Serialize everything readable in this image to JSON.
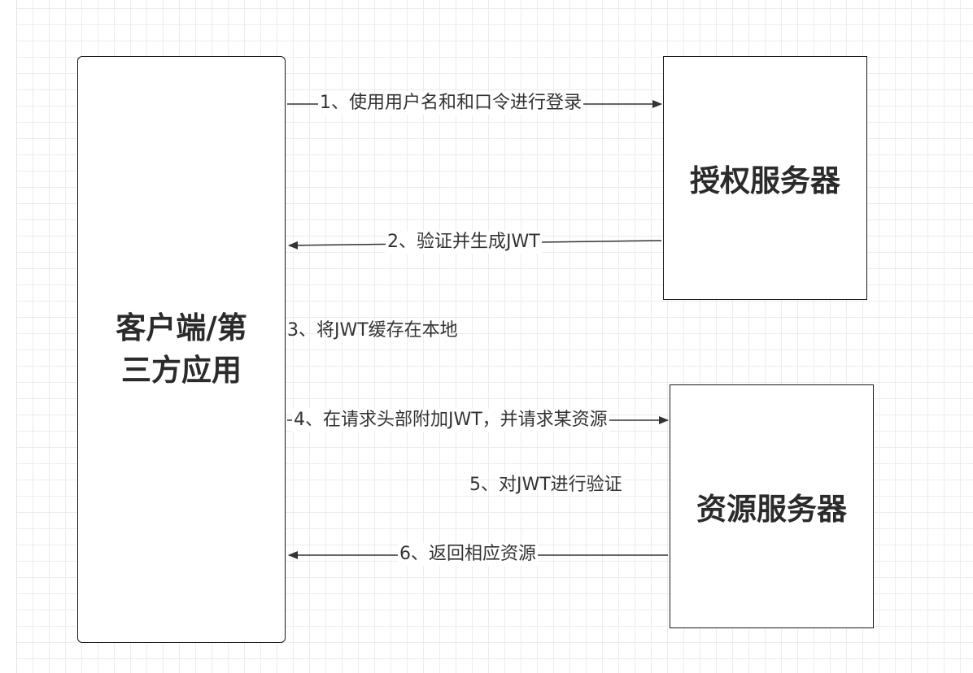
{
  "nodes": {
    "client": "客户端/第三方应用",
    "auth_server": "授权服务器",
    "resource_server": "资源服务器"
  },
  "steps": [
    {
      "label": "1、使用用户名和和口令进行登录",
      "from": "client",
      "to": "auth_server"
    },
    {
      "label": "2、验证并生成JWT",
      "from": "auth_server",
      "to": "client"
    },
    {
      "label": "3、将JWT缓存在本地",
      "from": "client",
      "to": "client"
    },
    {
      "label": "4、在请求头部附加JWT，并请求某资源",
      "from": "client",
      "to": "resource_server"
    },
    {
      "label": "5、对JWT进行验证",
      "from": "resource_server",
      "to": "resource_server"
    },
    {
      "label": "6、返回相应资源",
      "from": "resource_server",
      "to": "client"
    }
  ],
  "colors": {
    "line": "#333333",
    "border": "#1a1a1a",
    "grid": "#ececec"
  }
}
